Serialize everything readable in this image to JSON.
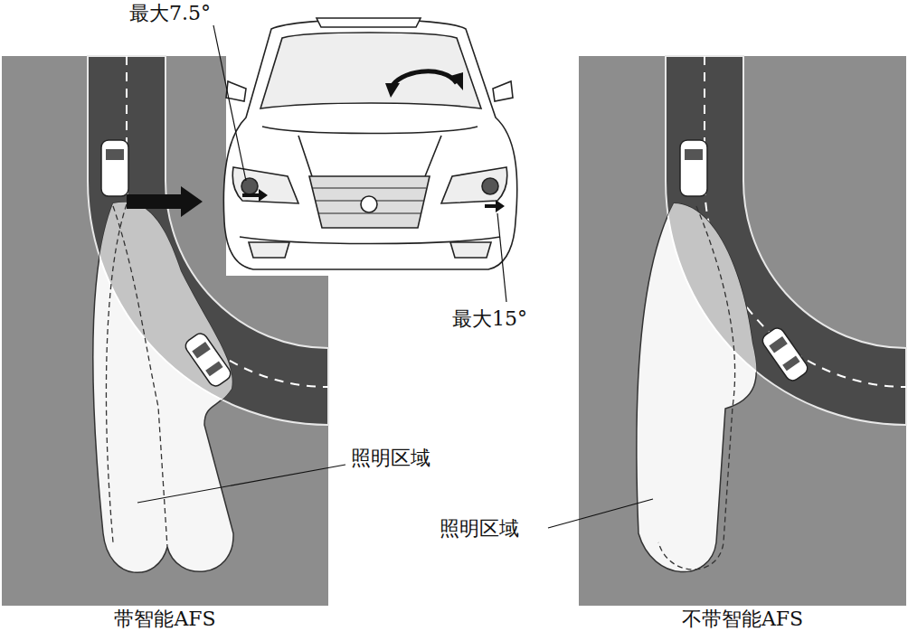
{
  "diagram": {
    "nodes": [
      {
        "text": [
          "带智能AFS"
        ]
      },
      {
        "text": [
          "不带智能AFS"
        ]
      }
    ],
    "labels": [
      "最大7.5°",
      "最大15°",
      "照明区域",
      "照明区域"
    ]
  }
}
